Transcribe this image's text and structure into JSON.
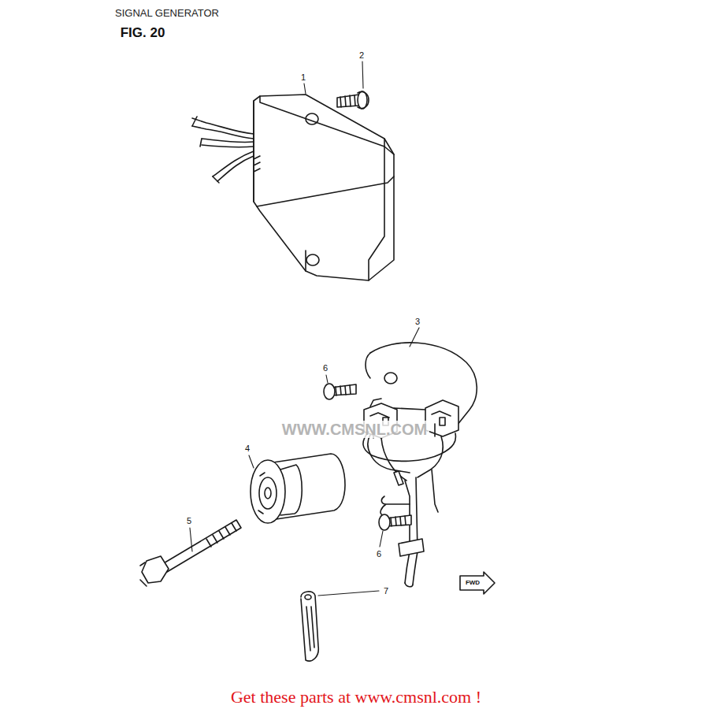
{
  "diagram": {
    "title": "SIGNAL GENERATOR",
    "caption": "Get these parts at www.cmsnl.com !",
    "labels": [
      "FIG. 20",
      "1",
      "2",
      "3",
      "6",
      "4",
      "5",
      "6",
      "7",
      "WWW.CMSNL.COM",
      "FWD"
    ]
  }
}
